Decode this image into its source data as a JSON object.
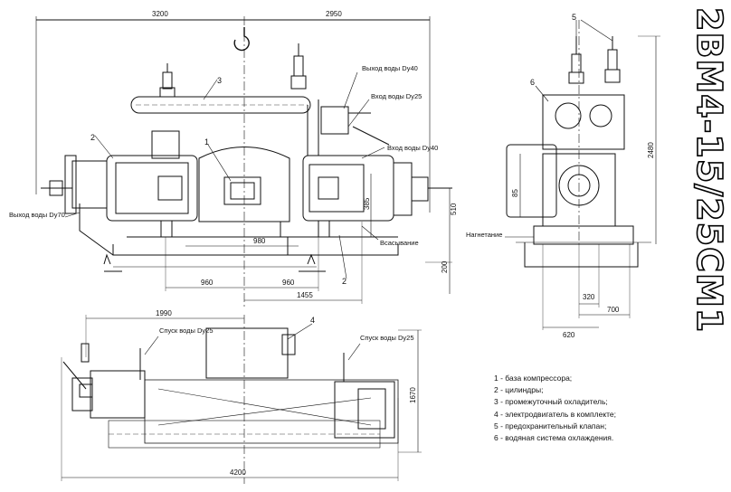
{
  "title": "2ВМ4-15/25СМ1",
  "dimensions": {
    "front": [
      "3200",
      "2950",
      "980",
      "960",
      "960",
      "1455",
      "510",
      "385",
      "200"
    ],
    "side": [
      "2480",
      "85",
      "320",
      "700",
      "620"
    ],
    "top": [
      "1990",
      "4200",
      "1670"
    ]
  },
  "labels": {
    "water_out_dy40": "Выход воды Dy40",
    "water_in_dy25": "Вход воды Dy25",
    "water_in_dy40": "Вход воды Dy40",
    "water_out_dy70": "Выход воды Dy70",
    "suction": "Всасывание",
    "discharge": "Нагнетание",
    "drain_1": "Спуск воды Dy25",
    "drain_2": "Спуск воды Dy25"
  },
  "callouts": [
    "1",
    "2",
    "3",
    "4",
    "5",
    "6",
    "2"
  ],
  "legend": [
    "1 - база компрессора;",
    "2 - цилиндры;",
    "3 - промежуточный охладитель;",
    "4 - электродвигатель в комплекте;",
    "5 - предохранительный клапан;",
    "6 - водяная система охлаждения."
  ]
}
